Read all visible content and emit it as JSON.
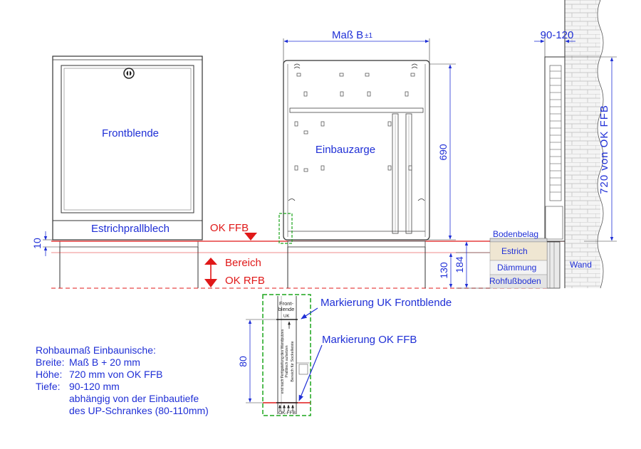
{
  "labels": {
    "mass_b": "Maß B",
    "mass_b_tol": "±1",
    "depth_range": "90-120",
    "frontblende": "Frontblende",
    "einbauzarge": "Einbauzarge",
    "estrichprallblech": "Estrichprallblech",
    "ok_ffb": "OK FFB",
    "bereich": "Bereich",
    "ok_rfb": "OK RFB",
    "dim_690": "690",
    "dim_720": "720 von OK FFB",
    "dim_10": "10",
    "dim_130": "130",
    "dim_184": "184",
    "dim_80": "80",
    "bodenbelag": "Bodenbelag",
    "estrich": "Estrich",
    "daemmung": "Dämmung",
    "rohfussboden": "Rohfußboden",
    "wand": "Wand",
    "markierung_uk": "Markierung UK Frontblende",
    "markierung_ok": "Markierung OK FFB",
    "detail_front": "Front-",
    "detail_blende": "blende",
    "detail_uk": "UK",
    "detail_okffb": "OK-FFB",
    "detail_vtext1": "erst nach Fertigstellung des Wandputzes",
    "detail_vtext2": "Prallblech aufsetzen",
    "detail_vtext3": "Bereich für Sockelleiste"
  },
  "notes": {
    "title": "Rohbaumaß Einbaunische:",
    "breite_label": "Breite:",
    "breite_value": "Maß B + 20 mm",
    "hoehe_label": "Höhe:",
    "hoehe_value": "720 mm von OK FFB",
    "tiefe_label": "Tiefe:",
    "tiefe_value": "90-120 mm",
    "tiefe_line2": "abhängig von der Einbautiefe",
    "tiefe_line3": "des UP-Schrankes (80-110mm)"
  },
  "colors": {
    "text_blue": "#1f2fd6",
    "ffb_red": "#e01818",
    "detail_green": "#1ca51c",
    "line": "#333333"
  }
}
